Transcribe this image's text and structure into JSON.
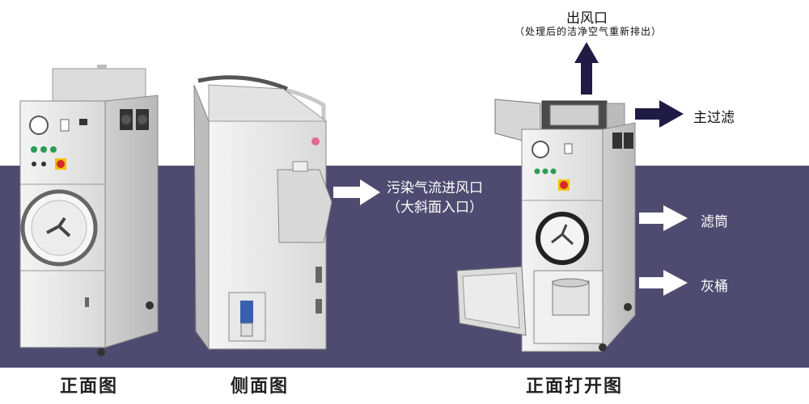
{
  "captions": {
    "front": "正面图",
    "side": "侧面图",
    "front_open": "正面打开图"
  },
  "callouts": {
    "outlet": "出风口",
    "outlet_note": "（处理后的洁净空气重新排出）",
    "main_filter": "主过滤",
    "inlet_line1": "污染气流进风口",
    "inlet_line2": "（大斜面入口）",
    "filter_cartridge": "滤筒",
    "ash_bucket": "灰桶"
  },
  "colors": {
    "band": "#4f4b70",
    "arrow_dark": "#1f1b45",
    "arrow_light": "#ffffff",
    "cabinet": "#e9e9e9"
  }
}
